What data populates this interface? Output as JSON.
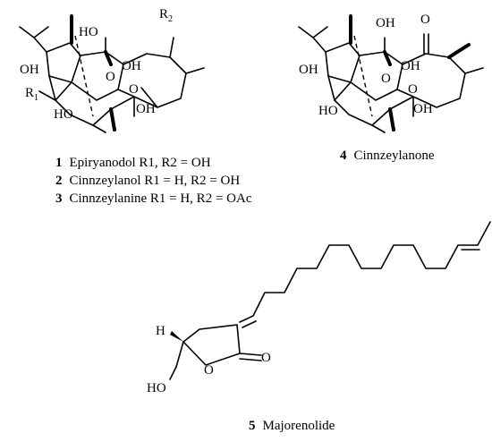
{
  "compound1": {
    "atoms": {
      "oh_top": "HO",
      "oh_left": "OH",
      "oh_mid": "OH",
      "o_bridge": "O",
      "r1": "R",
      "r1_sub": "1",
      "r2": "R",
      "r2_sub": "2",
      "ho_low": "HO",
      "o_low": "O",
      "oh_bottom": "OH"
    }
  },
  "compound4": {
    "atoms": {
      "oh_top": "OH",
      "ketone_o": "O",
      "oh_left": "OH",
      "o_bridge": "O",
      "oh_mid": "OH",
      "ho_low": "HO",
      "o_low": "O",
      "oh_bottom": "OH"
    }
  },
  "compound5": {
    "atoms": {
      "h": "H",
      "ring_o": "O",
      "carbonyl_o": "O",
      "ho": "HO"
    }
  },
  "captions": [
    {
      "number": "1",
      "text": "Epiryanodol R1, R2 = OH"
    },
    {
      "number": "2",
      "text": "Cinnzeylanol R1 = H, R2 = OH"
    },
    {
      "number": "3",
      "text": "Cinnzeylanine R1 = H, R2 = OAc"
    },
    {
      "number": "4",
      "text": "Cinnzeylanone"
    },
    {
      "number": "5",
      "text": "Majorenolide"
    }
  ]
}
